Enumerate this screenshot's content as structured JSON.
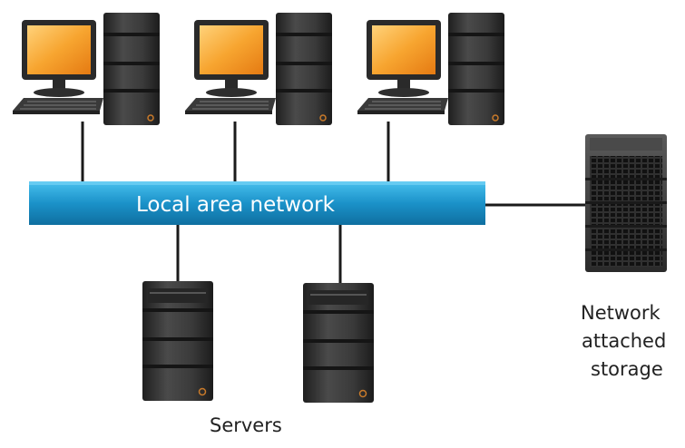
{
  "network": {
    "lan_label": "Local area network"
  },
  "labels": {
    "servers": "Servers",
    "nas_line1": "Network",
    "nas_line2": "attached",
    "nas_line3": "storage"
  },
  "colors": {
    "lan_bar": "#1a8fc6",
    "lan_bar_light": "#3cb6e6",
    "screen": "#f59f28",
    "device_dark": "#2d2d2d",
    "connector": "#1a1a1a"
  },
  "icons": {
    "workstation": "desktop-computer-icon",
    "server": "server-tower-icon",
    "nas": "storage-array-icon"
  }
}
